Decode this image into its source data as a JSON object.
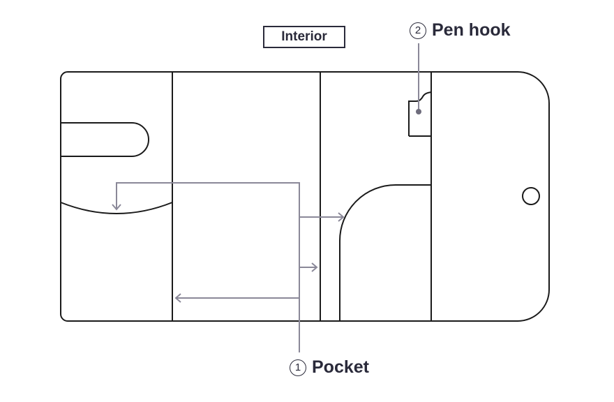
{
  "title": "Interior",
  "labels": [
    {
      "number": "1",
      "text": "Pocket"
    },
    {
      "number": "2",
      "text": "Pen hook"
    }
  ],
  "colors": {
    "outline": "#1a1a1a",
    "leader": "#8a8898",
    "text": "#2a2a3a"
  }
}
